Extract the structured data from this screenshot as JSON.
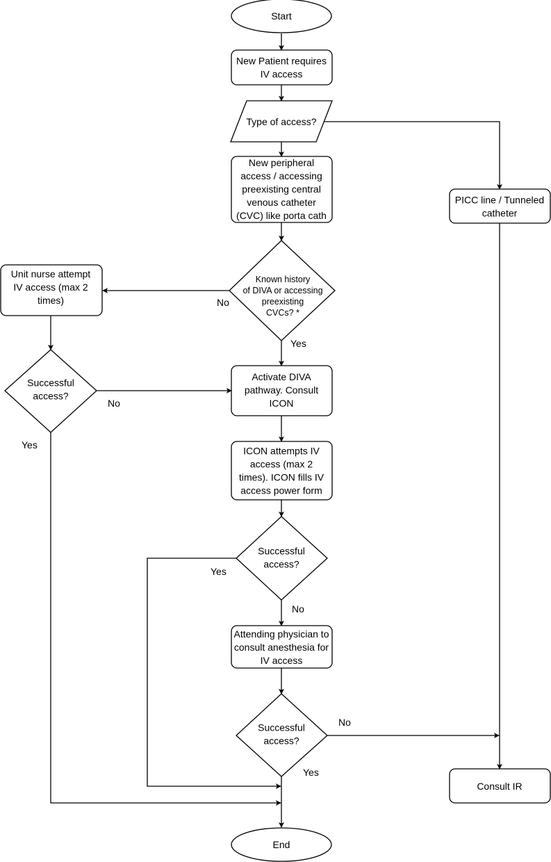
{
  "nodes": {
    "start": {
      "lines": [
        "Start"
      ]
    },
    "new_patient": {
      "lines": [
        "New Patient requires",
        "IV access"
      ]
    },
    "type_of_access": {
      "lines": [
        "Type of access?"
      ]
    },
    "peripheral": {
      "lines": [
        "New peripheral",
        "access / accessing",
        "preexisting central",
        "venous catheter",
        "(CVC) like porta cath"
      ]
    },
    "picc": {
      "lines": [
        "PICC line / Tunneled",
        "catheter"
      ]
    },
    "known_history": {
      "lines": [
        "Known history",
        "of DIVA or accessing",
        "preexisting",
        "CVCs? *"
      ]
    },
    "unit_nurse": {
      "lines": [
        "Unit nurse attempt",
        "IV access (max 2",
        "times)"
      ]
    },
    "success_1": {
      "lines": [
        "Successful",
        "access?"
      ]
    },
    "activate_diva": {
      "lines": [
        "Activate DIVA",
        "pathway. Consult",
        "ICON"
      ]
    },
    "icon_attempts": {
      "lines": [
        "ICON attempts IV",
        "access (max 2",
        "times). ICON fills IV",
        "access power form"
      ]
    },
    "success_2": {
      "lines": [
        "Successful",
        "access?"
      ]
    },
    "attending": {
      "lines": [
        "Attending physician to",
        "consult anesthesia for",
        "IV access"
      ]
    },
    "success_3": {
      "lines": [
        "Successful",
        "access?"
      ]
    },
    "consult_ir": {
      "lines": [
        "Consult IR"
      ]
    },
    "end": {
      "lines": [
        "End"
      ]
    }
  },
  "edge_labels": {
    "known_history_no": "No",
    "known_history_yes": "Yes",
    "success_1_no": "No",
    "success_1_yes": "Yes",
    "success_2_yes": "Yes",
    "success_2_no": "No",
    "success_3_no": "No",
    "success_3_yes": "Yes"
  }
}
